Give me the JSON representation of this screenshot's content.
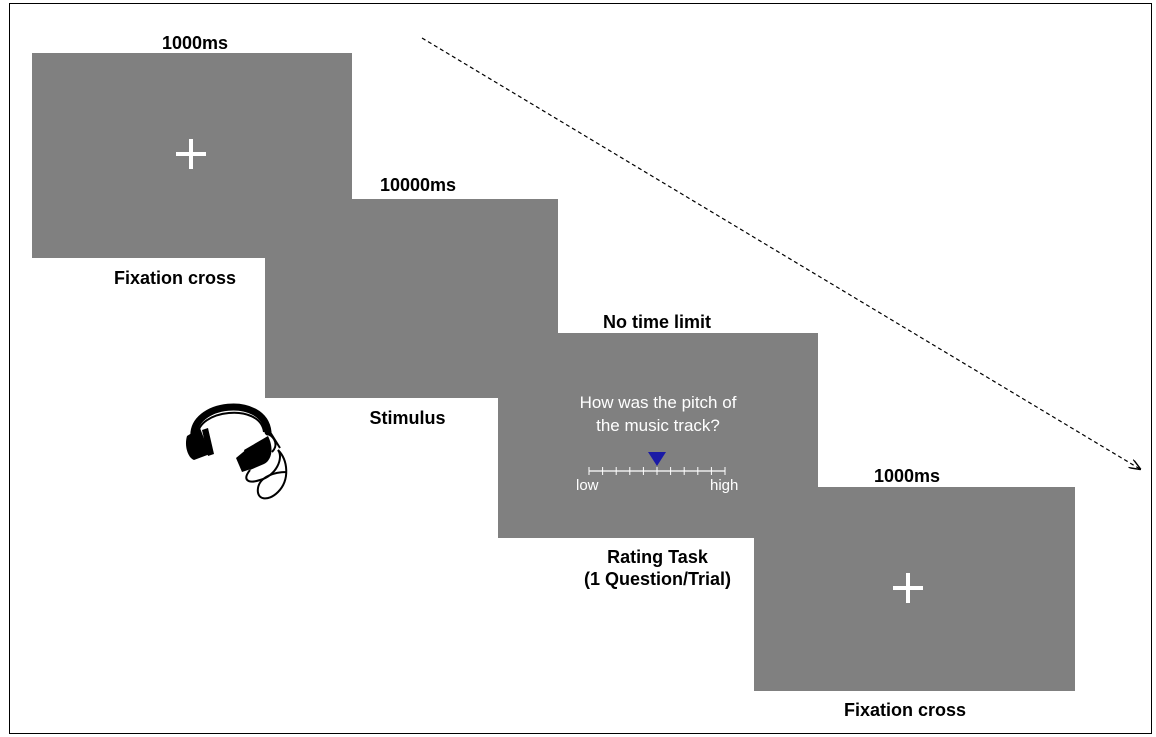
{
  "screens": [
    {
      "time": "1000ms",
      "caption": "Fixation cross"
    },
    {
      "time": "10000ms",
      "caption": "Stimulus"
    },
    {
      "time": "No time limit",
      "caption_line1": "Rating Task",
      "caption_line2": "(1 Question/Trial)"
    },
    {
      "time": "1000ms",
      "caption": "Fixation cross"
    }
  ],
  "rating": {
    "question_line1": "How was the pitch of",
    "question_line2": "the music track?",
    "low_label": "low",
    "high_label": "high",
    "tick_count": 11,
    "marker_position": 0.5,
    "marker_color": "#1a1aa6"
  },
  "colors": {
    "screen": "#808080",
    "text": "#000000",
    "cross": "#ffffff"
  },
  "icons": {
    "headphones": "headphones-icon",
    "time_arrow": "dashed-arrow"
  }
}
